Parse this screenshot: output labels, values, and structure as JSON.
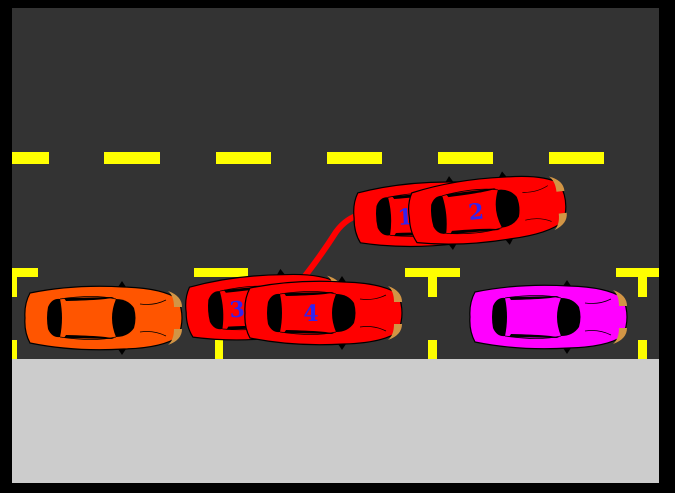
{
  "scene": {
    "road_color": "#333333",
    "sidewalk_color": "#cccccc",
    "lane_marking_color": "#ffff00",
    "frame_color": "#000000",
    "path_color": "#ff0000",
    "number_color": "#3322ee"
  },
  "cars": [
    {
      "name": "car-orange-parked",
      "color": "#ff5500",
      "label": ""
    },
    {
      "name": "car-magenta-parked",
      "color": "#ff00ff",
      "label": ""
    },
    {
      "name": "car-red-step-1",
      "color": "#ff0000",
      "label": "1"
    },
    {
      "name": "car-red-step-2",
      "color": "#ff0000",
      "label": "2"
    },
    {
      "name": "car-red-step-3",
      "color": "#ff0000",
      "label": "3"
    },
    {
      "name": "car-red-step-4",
      "color": "#ff0000",
      "label": "4"
    }
  ]
}
